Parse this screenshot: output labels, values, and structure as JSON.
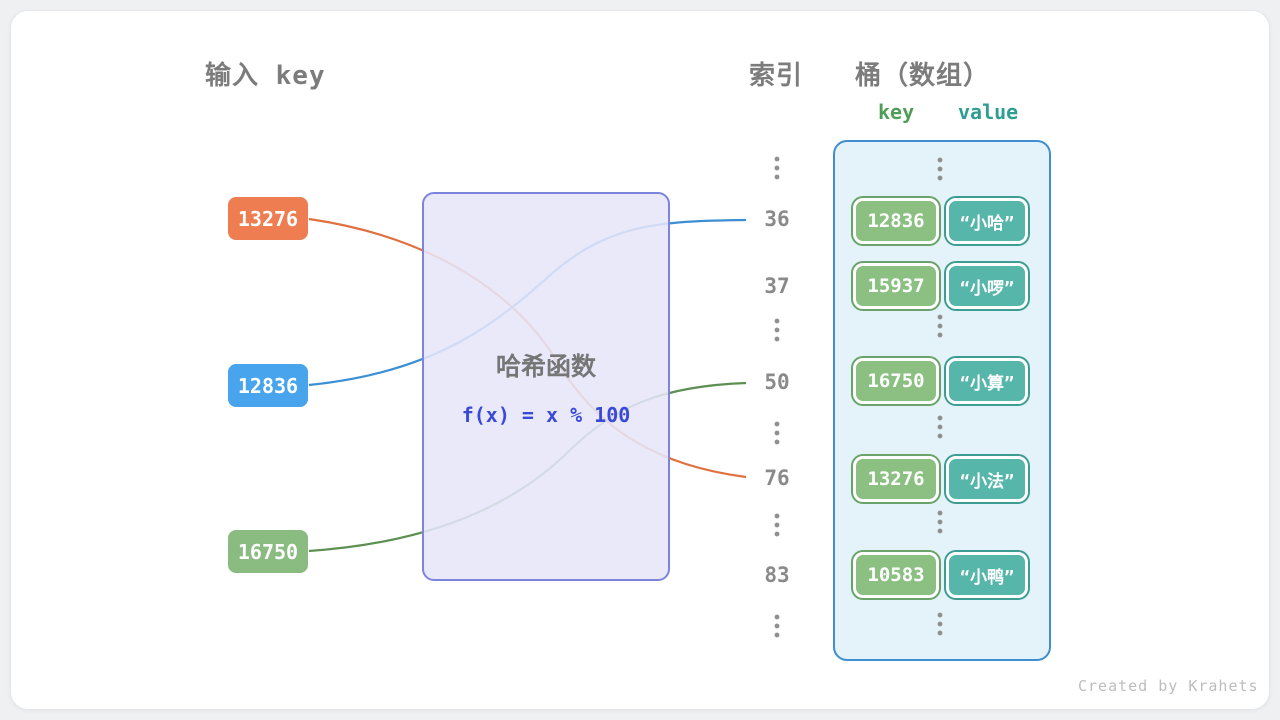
{
  "header": {
    "input_key_title": "输入 key",
    "index_title": "索引",
    "bucket_title": "桶（数组）",
    "key_label": "key",
    "value_label": "value"
  },
  "hash_function": {
    "name": "哈希函数",
    "formula": "f(x) = x % 100"
  },
  "input_keys": [
    "13276",
    "12836",
    "16750"
  ],
  "indices": [
    "36",
    "37",
    "50",
    "76",
    "83"
  ],
  "bucket_rows": [
    {
      "key": "12836",
      "value": "“小哈”"
    },
    {
      "key": "15937",
      "value": "“小啰”"
    },
    {
      "key": "16750",
      "value": "“小算”"
    },
    {
      "key": "13276",
      "value": "“小法”"
    },
    {
      "key": "10583",
      "value": "“小鸭”"
    }
  ],
  "arrow_mappings": [
    {
      "from": "13276",
      "to_index": "76",
      "color": "#e0703f"
    },
    {
      "from": "12836",
      "to_index": "36",
      "color": "#3c8fd4"
    },
    {
      "from": "16750",
      "to_index": "50",
      "color": "#5d8f52"
    }
  ],
  "credit": "Created by Krahets",
  "colors": {
    "input_orange": "#ee7e52",
    "input_blue": "#49a4ee",
    "input_green": "#8abb80",
    "bucket_key_green": "#8cc083",
    "bucket_value_teal": "#57b6aa",
    "hash_box_fill": "#e6e6f9",
    "hash_box_border": "#7c84de",
    "bucket_border": "#3e8ed0",
    "formula_blue": "#3a4ad8"
  }
}
